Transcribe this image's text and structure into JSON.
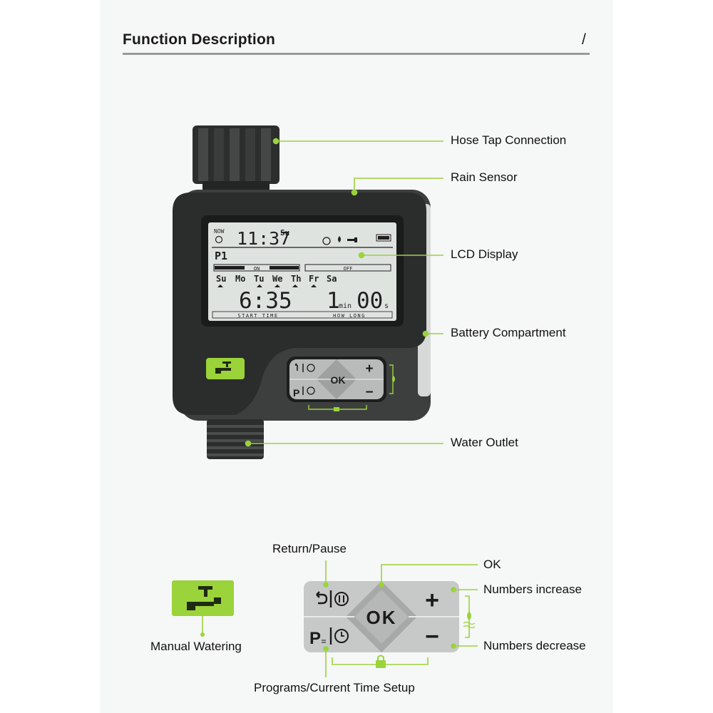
{
  "header": {
    "title": "Function Description",
    "mark": "/"
  },
  "callouts": {
    "hose_tap": "Hose Tap Connection",
    "rain_sensor": "Rain Sensor",
    "lcd_display": "LCD Display",
    "battery": "Battery Compartment",
    "water_outlet": "Water Outlet"
  },
  "lcd": {
    "now": "NOW",
    "clock": "11:37",
    "day": "Su",
    "program": "P1",
    "on": "ON",
    "off": "OFF",
    "days": [
      "Su",
      "Mo",
      "Tu",
      "We",
      "Th",
      "Fr",
      "Sa"
    ],
    "start_value": "6:35",
    "duration_min": "1",
    "min_unit": "min",
    "duration_sec": "00",
    "sec_unit": "s",
    "start_label": "START TIME",
    "how_long_label": "HOW LONG"
  },
  "keypad": {
    "ok": "OK",
    "plus": "+",
    "minus": "−",
    "p": "P"
  },
  "legend": {
    "return_pause": "Return/Pause",
    "ok": "OK",
    "increase": "Numbers increase",
    "decrease": "Numbers decrease",
    "manual": "Manual Watering",
    "programs": "Programs/Current Time Setup"
  },
  "colors": {
    "accent": "#9bd33a",
    "body": "#2b2d2c",
    "lcd": "#dfe3e0",
    "keypad": "#b9bbbb"
  }
}
